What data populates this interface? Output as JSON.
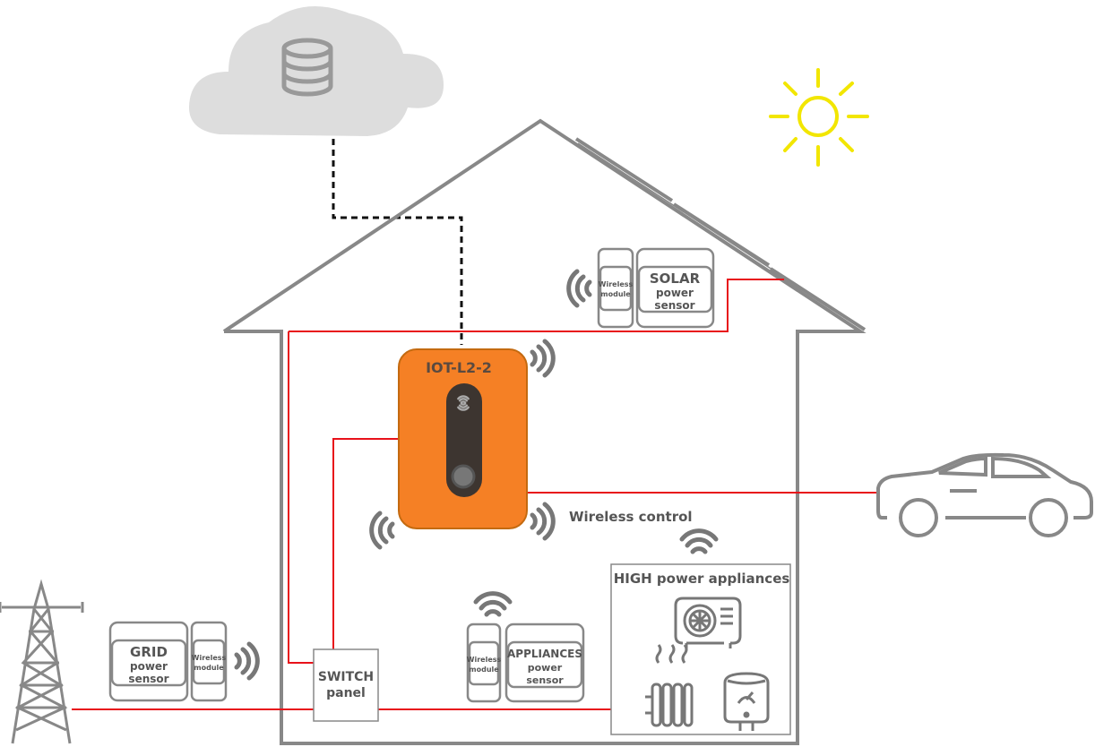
{
  "device": {
    "label": "IOT-L2-2",
    "color": "#f58025"
  },
  "wireless_control": "Wireless control",
  "solar_sensor": {
    "line1": "SOLAR",
    "line2": "power",
    "line3": "sensor"
  },
  "grid_sensor": {
    "line1": "GRID",
    "line2": "power",
    "line3": "sensor"
  },
  "appliances_sensor": {
    "line1": "APPLIANCES",
    "line2": "power",
    "line3": "sensor"
  },
  "wireless_module": {
    "line1": "Wireless",
    "line2": "module"
  },
  "switch_panel": {
    "line1": "SWITCH",
    "line2": "panel"
  },
  "high_power": {
    "title": "HIGH power appliances"
  },
  "icons": [
    "cloud-database-icon",
    "sun-icon",
    "house",
    "power-tower-icon",
    "car-icon",
    "air-conditioner-icon",
    "radiator-icon",
    "water-heater-icon",
    "wireless-wave-icon"
  ],
  "colors": {
    "wire": "#e8121a",
    "sun": "#f2e600",
    "cloud": "#dddddd",
    "outline": "#888888"
  }
}
